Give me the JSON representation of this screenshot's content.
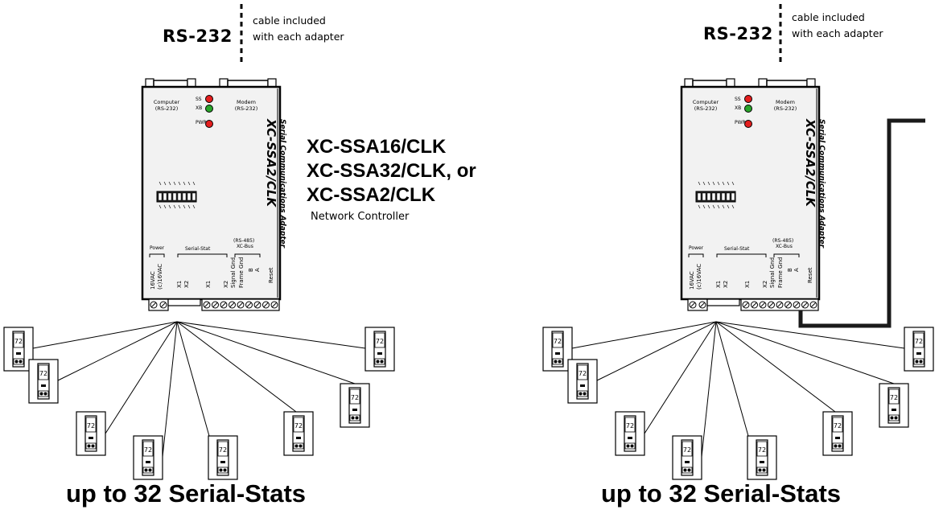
{
  "panels": [
    {
      "rs232_label": "RS-232",
      "cable_note_line1": "cable included",
      "cable_note_line2": "with each adapter",
      "model_line1": "XC-SSA16/CLK",
      "model_line2": "XC-SSA32/CLK, or",
      "model_line3": "XC-SSA2/CLK",
      "network_controller": "Network Controller",
      "caption": "up to 32 Serial-Stats"
    },
    {
      "rs232_label": "RS-232",
      "cable_note_line1": "cable included",
      "cable_note_line2": "with each adapter",
      "caption": "up to 32 Serial-Stats"
    }
  ],
  "adapter": {
    "computer_label": "Computer",
    "computer_sub": "(RS-232)",
    "modem_label": "Modem",
    "modem_sub": "(RS-232)",
    "led_ss": "SS",
    "led_xb": "XB",
    "led_pwr": "PWR",
    "title_small": "Serial Communications Adapter",
    "title_big": "XC-SSA2/CLK",
    "power_label": "Power",
    "serialstat_label": "Serial-Stat",
    "rs485_label": "(RS-485)",
    "xcbus_label": "XC-Bus",
    "terminals": [
      "16VAC",
      "(c)16VAC",
      "X1",
      "X2",
      "X1",
      "X2",
      "Signal Gnd",
      "Frame Gnd",
      "B",
      "A",
      "Reset"
    ]
  },
  "thermostat_display": "72",
  "colors": {
    "led_red": "#e41e1e",
    "led_green": "#2aa52a",
    "adapter_fill": "#f2f2f2",
    "bus_cable": "#1a1a1a"
  }
}
